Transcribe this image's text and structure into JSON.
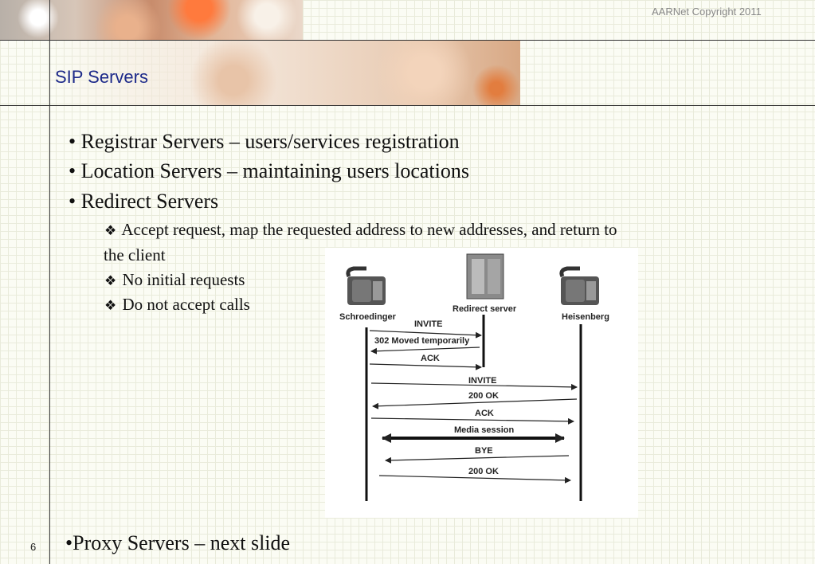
{
  "header": {
    "copyright": "AARNet Copyright 2011",
    "title": "SIP Servers"
  },
  "content": {
    "bullets": [
      "• Registrar Servers – users/services registration",
      "• Location Servers – maintaining users locations",
      "• Redirect Servers"
    ],
    "sub_bullets": [
      "Accept request, map the requested address to new addresses, and return to",
      "the client",
      "No initial requests",
      "Do not accept calls"
    ],
    "sub_bullet_marker": "❖",
    "last_bullet": "•Proxy Servers – next slide"
  },
  "diagram": {
    "participants": {
      "left": "Schroedinger",
      "middle": "Redirect server",
      "right": "Heisenberg"
    },
    "messages": [
      "INVITE",
      "302 Moved temporarily",
      "ACK",
      "INVITE",
      "200 OK",
      "ACK",
      "Media session",
      "BYE",
      "200 OK"
    ]
  },
  "footer": {
    "page_number": "6"
  }
}
